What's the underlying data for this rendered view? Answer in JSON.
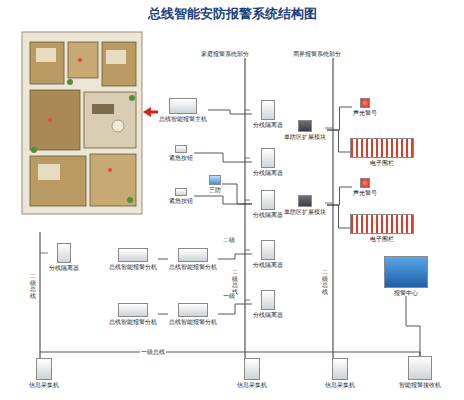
{
  "diagram": {
    "title": "总线智能安防报警系统结构图",
    "nodes": [
      {
        "text": [
          "总线智能报警主机"
        ]
      },
      {
        "text": [
          "分线隔离器"
        ]
      },
      {
        "text": [
          "紧急按钮"
        ]
      },
      {
        "text": [
          "分线隔离器"
        ]
      },
      {
        "text": [
          "紧急按钮"
        ]
      },
      {
        "text": [
          "三防"
        ]
      },
      {
        "text": [
          "分线隔离器"
        ]
      },
      {
        "text": [
          "分线隔离器"
        ]
      },
      {
        "text": [
          "总线智能报警分机"
        ]
      },
      {
        "text": [
          "总线智能报警分机"
        ]
      },
      {
        "text": [
          "分线隔离器"
        ]
      },
      {
        "text": [
          "总线智能报警分机"
        ]
      },
      {
        "text": [
          "总线智能报警分机"
        ]
      },
      {
        "text": [
          "分线隔离器"
        ]
      },
      {
        "text": [
          "单防区扩展模块"
        ]
      },
      {
        "text": [
          "声光警号"
        ]
      },
      {
        "text": [
          "电子围栏"
        ]
      },
      {
        "text": [
          "单防区扩展模块"
        ]
      },
      {
        "text": [
          "声光警号"
        ]
      },
      {
        "text": [
          "电子围栏"
        ]
      },
      {
        "text": [
          "报警中心"
        ]
      },
      {
        "text": [
          "信息采集机"
        ]
      },
      {
        "text": [
          "信息采集机"
        ]
      },
      {
        "text": [
          "信息采集机"
        ]
      },
      {
        "text": [
          "智能报警接收机"
        ]
      }
    ],
    "edges": [
      {
        "from": 1,
        "to": 0,
        "arrow": "none"
      },
      {
        "from": 3,
        "to": 2,
        "arrow": "none"
      },
      {
        "from": 6,
        "to": 4,
        "arrow": "none"
      },
      {
        "from": 6,
        "to": 5,
        "arrow": "none"
      },
      {
        "from": 10,
        "to": 9,
        "arrow": "none"
      },
      {
        "from": 9,
        "to": 8,
        "arrow": "none"
      },
      {
        "from": 13,
        "to": 12,
        "arrow": "none"
      },
      {
        "from": 12,
        "to": 11,
        "arrow": "none"
      },
      {
        "from": 14,
        "to": 15,
        "arrow": "none"
      },
      {
        "from": 14,
        "to": 16,
        "arrow": "none"
      },
      {
        "from": 17,
        "to": 18,
        "arrow": "none"
      },
      {
        "from": 17,
        "to": 19,
        "arrow": "none"
      },
      {
        "from": 24,
        "to": 20,
        "arrow": "none"
      }
    ],
    "labels": [
      "家庭报警系统部分",
      "周界报警系统部分",
      "二级总线",
      "二级总线",
      "二级总线",
      "一级总线",
      "二级",
      "一级"
    ]
  }
}
